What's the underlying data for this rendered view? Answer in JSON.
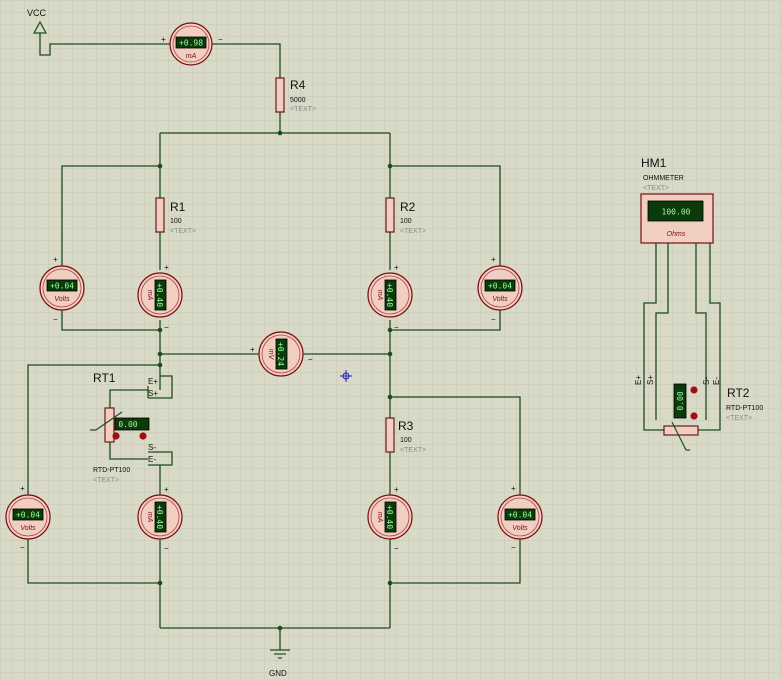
{
  "supply": {
    "label": "VCC"
  },
  "ground": {
    "label": "GND"
  },
  "resistors": {
    "r4": {
      "name": "R4",
      "value": "5000",
      "text": "<TEXT>"
    },
    "r1": {
      "name": "R1",
      "value": "100",
      "text": "<TEXT>"
    },
    "r2": {
      "name": "R2",
      "value": "100",
      "text": "<TEXT>"
    },
    "r3": {
      "name": "R3",
      "value": "100",
      "text": "<TEXT>"
    }
  },
  "rt1": {
    "name": "RT1",
    "model": "RTD-PT100",
    "text": "<TEXT>",
    "reading": "0.00",
    "pins": {
      "e_plus": "E+",
      "s_plus": "S+",
      "s_minus": "S-",
      "e_minus": "E-"
    }
  },
  "rt2": {
    "name": "RT2",
    "model": "RTD-PT100",
    "text": "<TEXT>",
    "reading": "0.00",
    "pins": {
      "e_plus": "E+",
      "s_plus": "S+",
      "s_minus": "S-",
      "e_minus": "E-"
    }
  },
  "hm1": {
    "name": "HM1",
    "type": "OHMMETER",
    "text": "<TEXT>",
    "reading": "100.00",
    "unit": "Ohms"
  },
  "meters": {
    "top_ma": {
      "reading": "+0.98",
      "unit": "mA",
      "plus": "+",
      "minus": "−"
    },
    "v_left_upper": {
      "reading": "+0.04",
      "unit": "Volts",
      "plus": "+",
      "minus": "−"
    },
    "ma_r1": {
      "reading": "+0.40",
      "unit": "mA",
      "plus": "+",
      "minus": "−"
    },
    "ma_r2": {
      "reading": "+0.40",
      "unit": "mA",
      "plus": "+",
      "minus": "−"
    },
    "v_right_upper": {
      "reading": "+0.04",
      "unit": "Volts",
      "plus": "+",
      "minus": "−"
    },
    "mv_bridge": {
      "reading": "+0.24",
      "unit": "mV",
      "plus": "+",
      "minus": "−"
    },
    "v_left_lower": {
      "reading": "+0.04",
      "unit": "Volts",
      "plus": "+",
      "minus": "−"
    },
    "ma_rt1": {
      "reading": "+0.40",
      "unit": "mA",
      "plus": "+",
      "minus": "−"
    },
    "ma_r3": {
      "reading": "+0.40",
      "unit": "mA",
      "plus": "+",
      "minus": "−"
    },
    "v_right_lower": {
      "reading": "+0.04",
      "unit": "Volts",
      "plus": "+",
      "minus": "−"
    }
  }
}
